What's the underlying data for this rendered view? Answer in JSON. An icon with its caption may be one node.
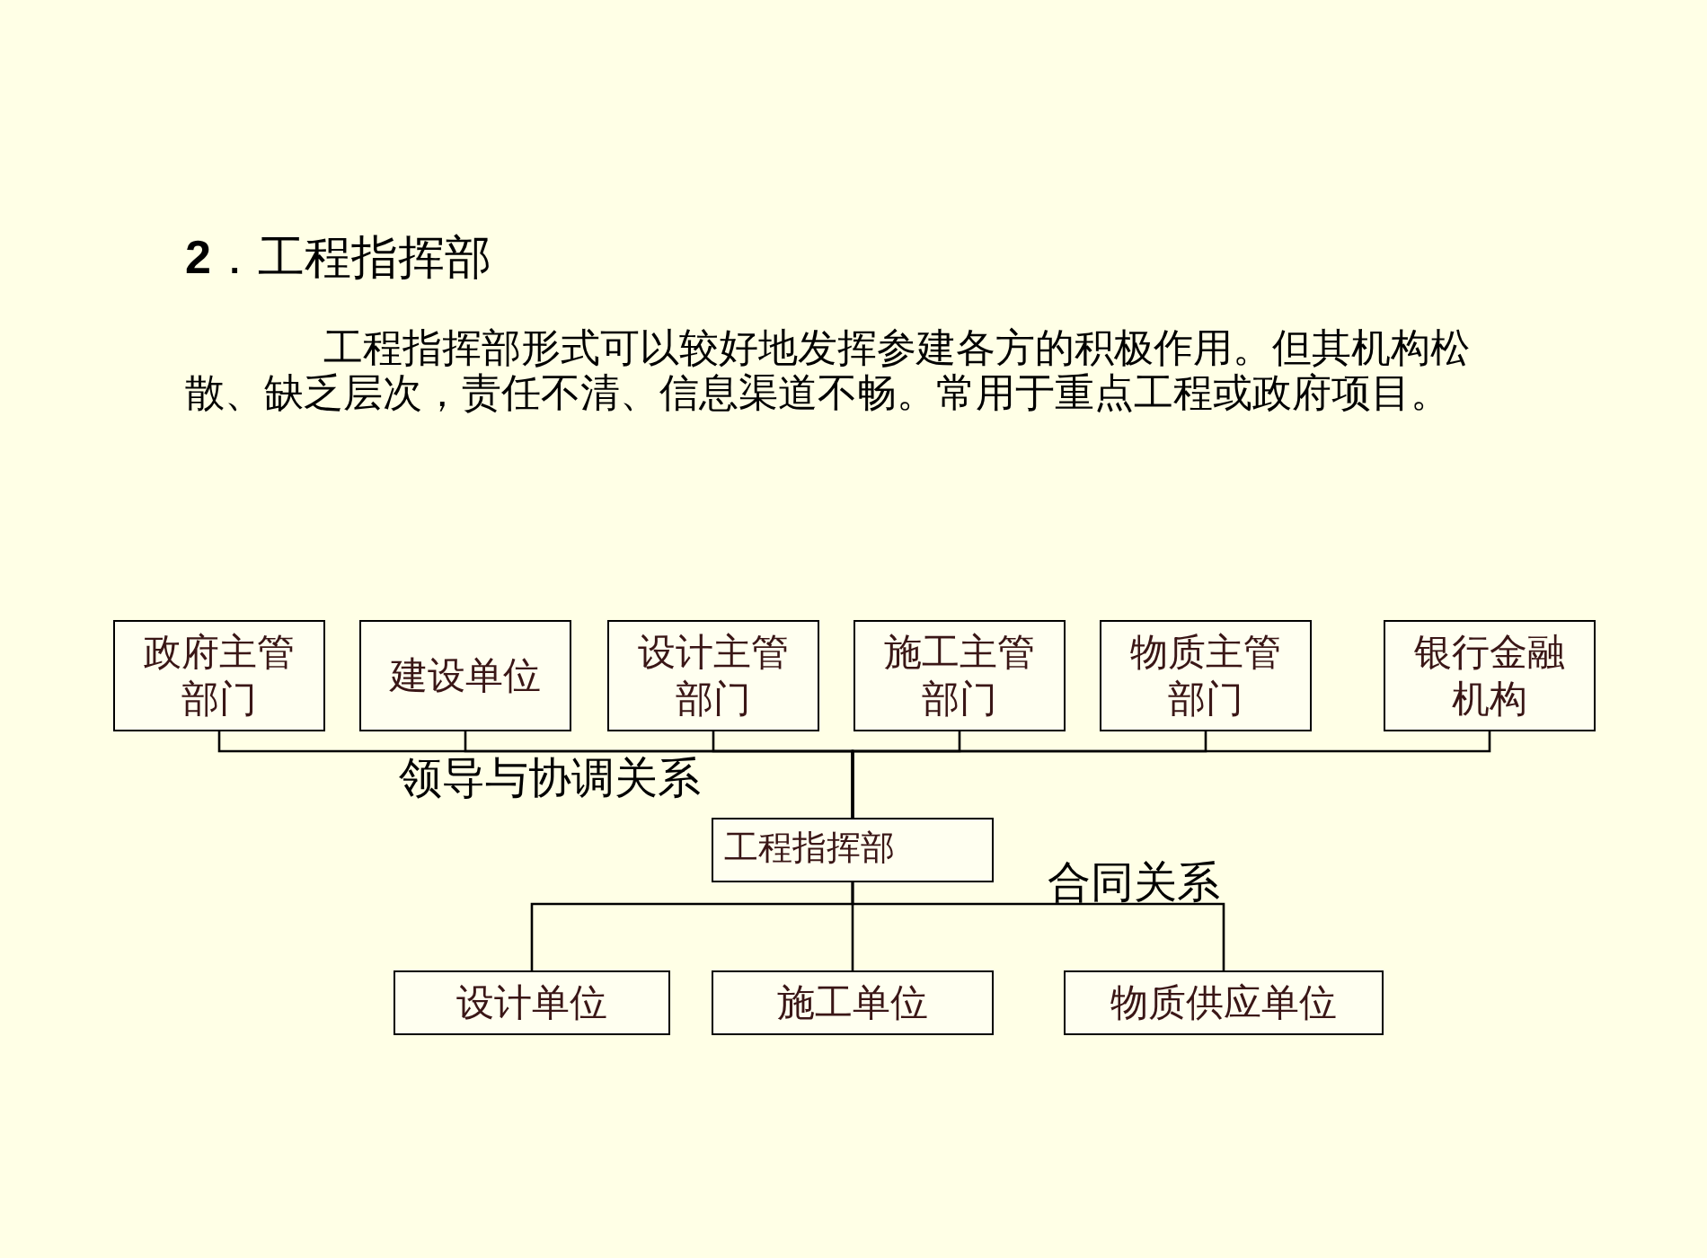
{
  "diagram": {
    "title": "**2**．工程指挥部",
    "nodes": [
      {
        "text": [
          "政府主管部门"
        ]
      },
      {
        "text": [
          "建设单位"
        ]
      },
      {
        "text": [
          "设计主管部门"
        ]
      },
      {
        "text": [
          "施工主管部门"
        ]
      },
      {
        "text": [
          "物质主管部门"
        ]
      },
      {
        "text": [
          "银行金融机构"
        ]
      },
      {
        "text": [
          "工程指挥部"
        ]
      },
      {
        "text": [
          "设计单位"
        ]
      },
      {
        "text": [
          "施工单位"
        ]
      },
      {
        "text": [
          "物质供应单位"
        ]
      }
    ],
    "edges": [
      {
        "from": 0,
        "to": 6,
        "arrow": "none"
      },
      {
        "from": 1,
        "to": 6,
        "arrow": "none"
      },
      {
        "from": 2,
        "to": 6,
        "arrow": "none"
      },
      {
        "from": 3,
        "to": 6,
        "arrow": "none"
      },
      {
        "from": 4,
        "to": 6,
        "arrow": "none"
      },
      {
        "from": 5,
        "to": 6,
        "arrow": "none"
      },
      {
        "from": 6,
        "to": 7,
        "arrow": "none"
      },
      {
        "from": 6,
        "to": 8,
        "arrow": "none"
      },
      {
        "from": 6,
        "to": 9,
        "arrow": "none"
      }
    ],
    "labels": [
      "工程指挥部形式可以较好地发挥参建各方的积极作用。但其机构松散、缺乏层次，责任不清、信息渠道不畅。常用于重点工程或政府项目。",
      "领导与协调关系",
      "合同关系"
    ]
  }
}
